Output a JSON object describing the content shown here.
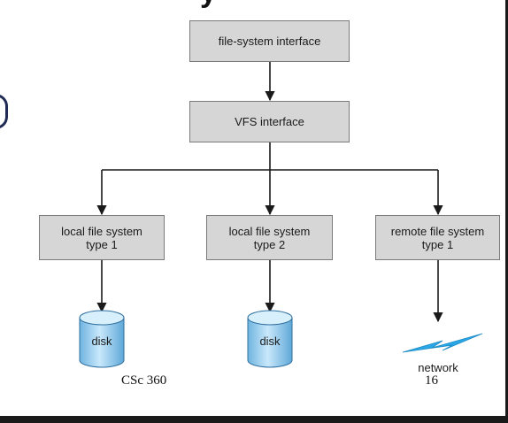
{
  "nodes": {
    "filesystem_interface": "file-system interface",
    "vfs_interface": "VFS interface",
    "local_fs_1": [
      "local file system",
      "type 1"
    ],
    "local_fs_2": [
      "local file system",
      "type 2"
    ],
    "remote_fs_1": [
      "remote file system",
      "type 1"
    ]
  },
  "disks": [
    "disk",
    "disk"
  ],
  "network_label": "network",
  "footer": {
    "course": "CSc 360",
    "page_number": "16"
  },
  "colors": {
    "box_fill": "#d6d6d6",
    "disk_fill": "#9fd0ee",
    "network_bolt": "#2aa7e6"
  }
}
